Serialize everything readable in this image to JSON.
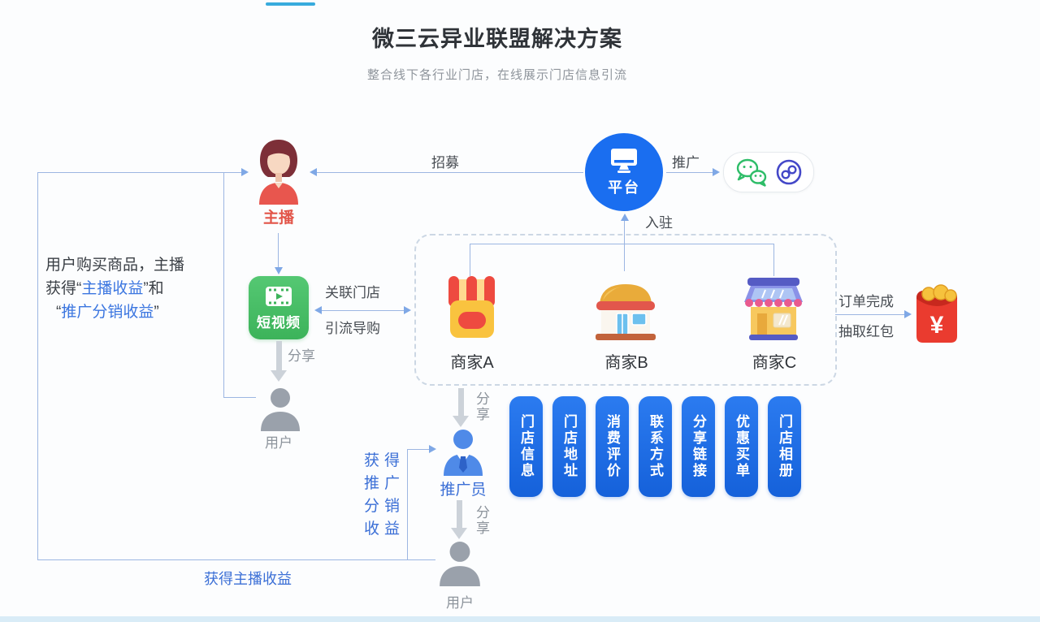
{
  "header": {
    "title": "微三云异业联盟解决方案",
    "subtitle": "整合线下各行业门店，在线展示门店信息引流"
  },
  "nodes": {
    "anchor_label": "主播",
    "platform_label": "平台",
    "short_video_label": "短视频",
    "user_mid_label": "用户",
    "promoter_label": "推广员",
    "user_bottom_label": "用户",
    "merchant_a_label": "商家A",
    "merchant_b_label": "商家B",
    "merchant_c_label": "商家C"
  },
  "edges": {
    "recruit_label": "招募",
    "promote_label": "推广",
    "settle_label": "入驻",
    "link_store_line1": "关联门店",
    "link_store_line2": "引流导购",
    "share_label_1": "分享",
    "share_label_2": "分享",
    "share_label_3": "分享",
    "order_line1": "订单完成",
    "order_line2": "抽取红包",
    "anchor_income_label": "获得主播收益",
    "promo_income_line1": "获得",
    "promo_income_line2": "推广",
    "promo_income_line3": "分销",
    "promo_income_line4": "收益"
  },
  "note": {
    "line1": "用户购买商品，主播",
    "line2_prefix": "获得“",
    "line2_highlight": "主播收益",
    "line2_suffix": "”和",
    "line3_prefix": "“",
    "line3_highlight": "推广分销收益",
    "line3_suffix": "”"
  },
  "pills": [
    "门店信息",
    "门店地址",
    "消费评价",
    "联系方式",
    "分享链接",
    "优惠买单",
    "门店相册"
  ],
  "red_packet": {
    "symbol": "¥"
  },
  "colors": {
    "platform_blue": "#1a6ef0",
    "pill_blue": "#1b6be4",
    "link_blue": "#3b6fd6",
    "anchor_red": "#e25549",
    "video_green": "#45bd63",
    "connector_blue": "#9cb6e2",
    "top_indicator_blue": "#38abdd",
    "wechat_green": "#2ebd68",
    "channels_indigo": "#4448c8",
    "red_packet_red": "#ea3b2f"
  }
}
